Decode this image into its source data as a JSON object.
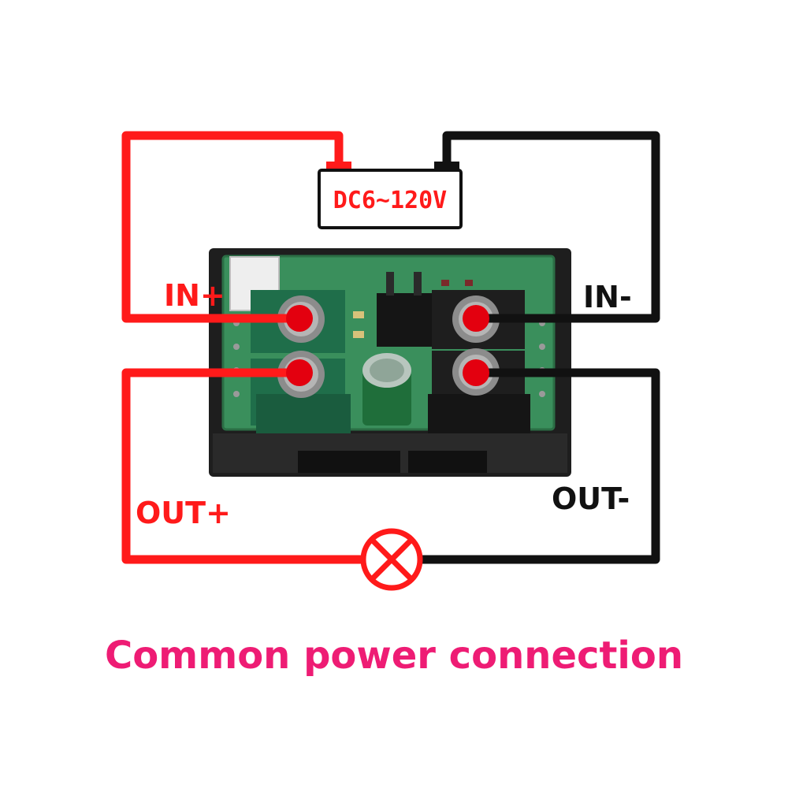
{
  "supply": {
    "label": "DC6~120V"
  },
  "terminals": {
    "in_plus": "IN+",
    "in_minus": "IN-",
    "out_plus": "OUT+",
    "out_minus": "OUT-"
  },
  "caption": {
    "text": "Common power connection"
  },
  "colors": {
    "positive_wire": "#ff1a1a",
    "negative_wire": "#111111",
    "caption": "#ee1c74",
    "pcb": "#3a8f5c",
    "terminal_block": "#1f6e4a",
    "contact_dot": "#e3000f"
  },
  "icons": {
    "load": "lamp-load-icon",
    "supply": "battery-icon"
  }
}
